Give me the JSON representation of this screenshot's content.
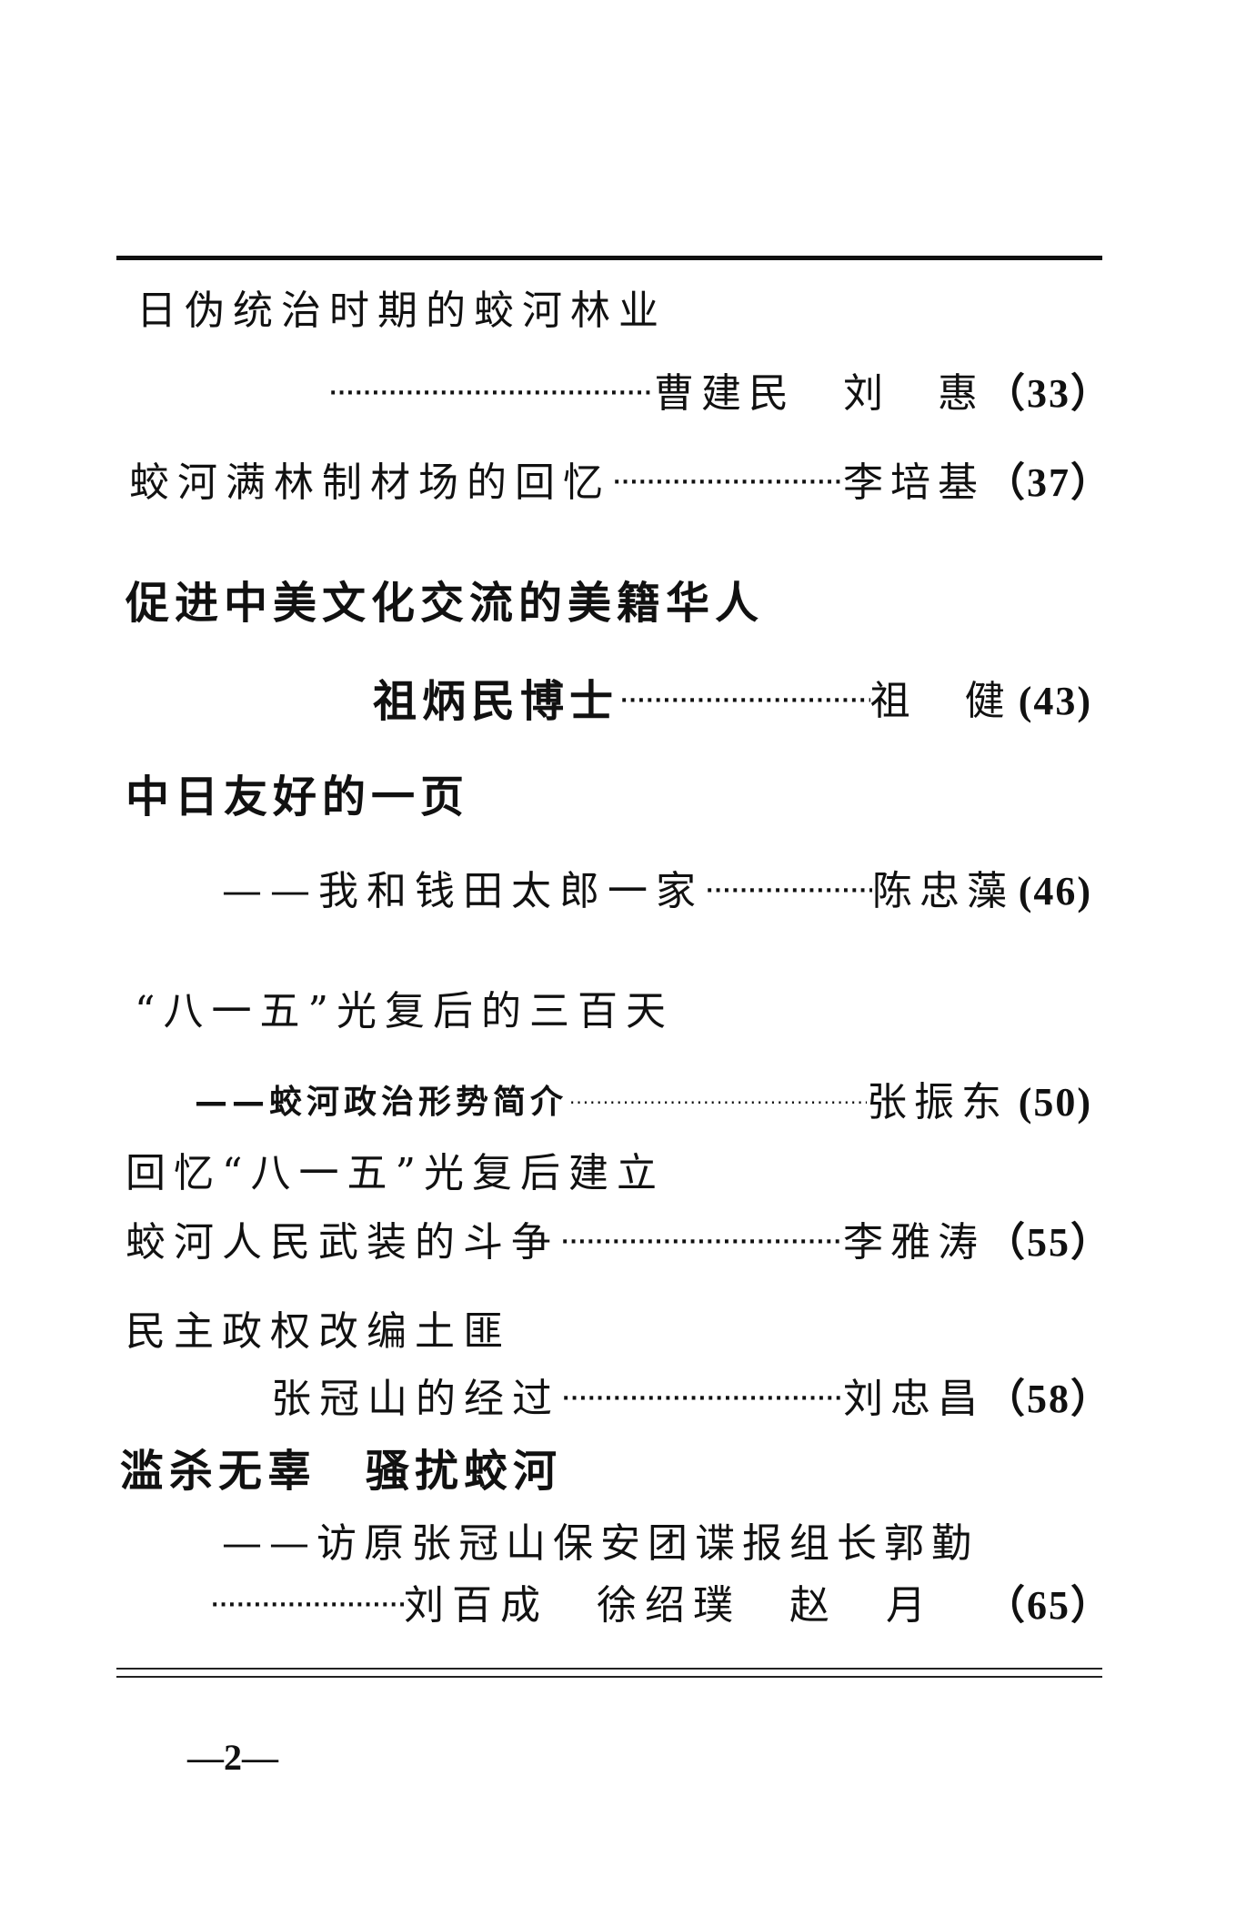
{
  "toc": {
    "entries": [
      {
        "title_lines": [
          "日伪统治时期的蛟河林业"
        ],
        "title_style": "regular",
        "authors": "曹建民　刘　惠",
        "page": "（33）"
      },
      {
        "title_lines": [
          "蛟河满林制材场的回忆"
        ],
        "title_style": "regular",
        "authors": "李培基",
        "page": "（37）"
      },
      {
        "title_lines": [
          "促进中美文化交流的美籍华人",
          "祖炳民博士"
        ],
        "title_style": "bold",
        "authors": "祖　健",
        "page": "(43)"
      },
      {
        "title_lines": [
          "中日友好的一页",
          "——我和钱田太郎一家"
        ],
        "title_style": "bold-with-regular-subtitle",
        "authors": "陈忠藻",
        "page": "(46)"
      },
      {
        "title_lines": [
          "“八一五”光复后的三百天",
          "——蛟河政治形势简介"
        ],
        "title_style": "regular-with-bold-subtitle",
        "authors": "张振东",
        "page": "(50)"
      },
      {
        "title_lines": [
          "回忆“八一五”光复后建立",
          "蛟河人民武装的斗争"
        ],
        "title_style": "regular",
        "authors": "李雅涛",
        "page": "（55）"
      },
      {
        "title_lines": [
          "民主政权改编土匪",
          "张冠山的经过"
        ],
        "title_style": "regular",
        "authors": "刘忠昌",
        "page": "（58）"
      },
      {
        "title_lines": [
          "滥杀无辜　骚扰蛟河",
          "——访原张冠山保安团谍报组长郭勤"
        ],
        "title_style": "bold-with-regular-subtitle",
        "authors": "刘百成　徐绍璞　赵　月",
        "page": "（65）"
      }
    ]
  },
  "footer": {
    "page_number": "—2—"
  },
  "leader": "··················"
}
